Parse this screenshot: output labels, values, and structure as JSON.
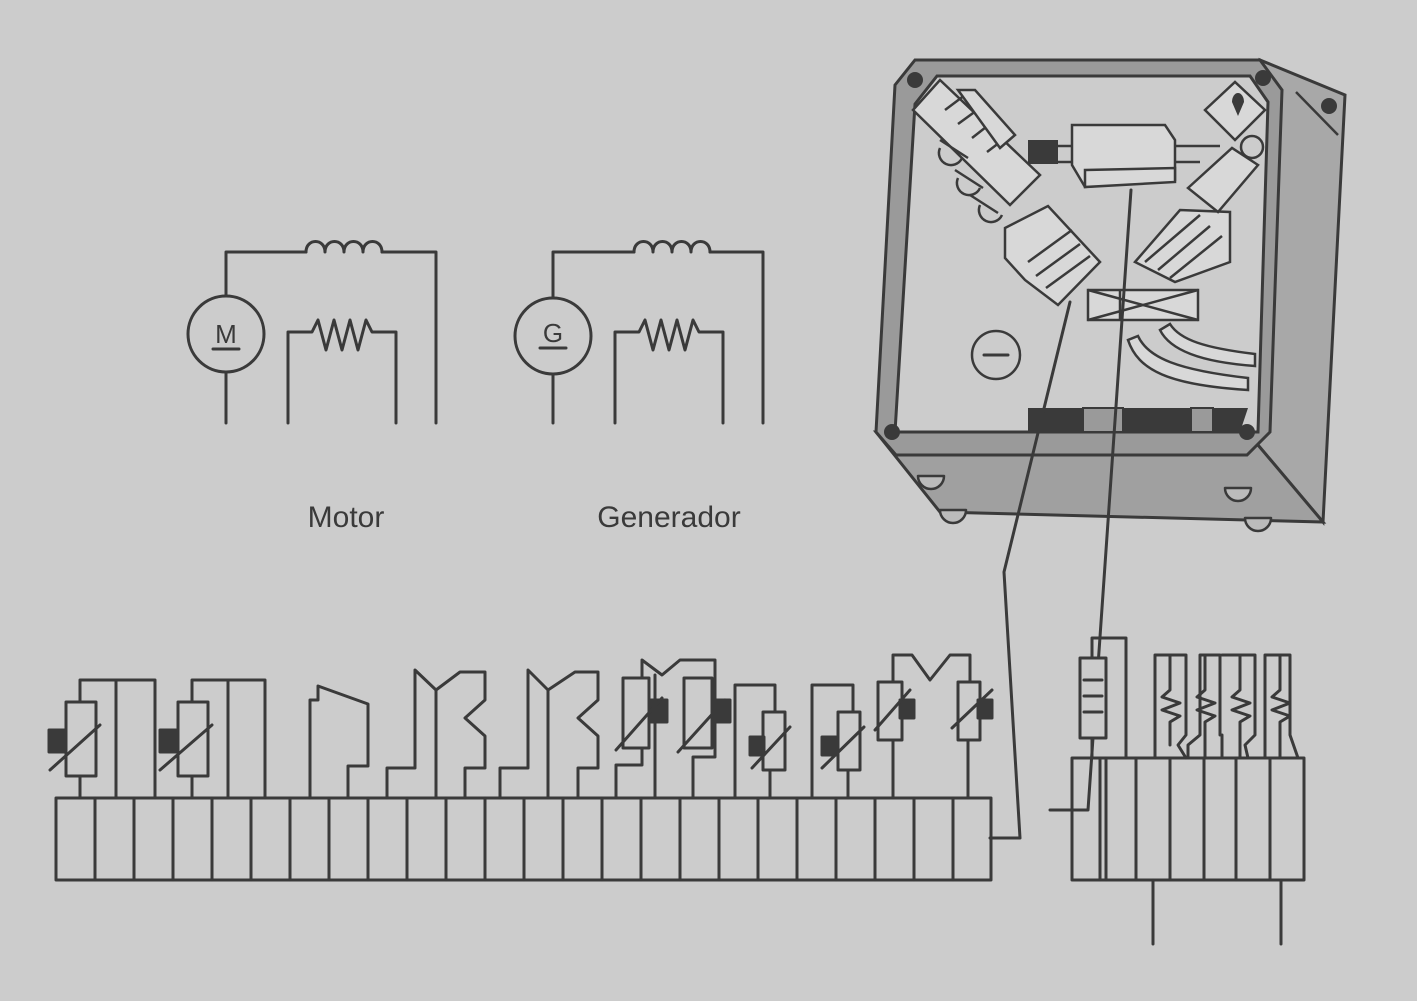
{
  "figure": {
    "motor": {
      "symbol": "M",
      "caption": "Motor"
    },
    "generator": {
      "symbol": "G",
      "caption": "Generador"
    },
    "colors": {
      "background": "#cccccc",
      "line": "#3a3a3a",
      "housing_side": "#a8a8a8",
      "housing_front": "#9a9a9a"
    }
  }
}
